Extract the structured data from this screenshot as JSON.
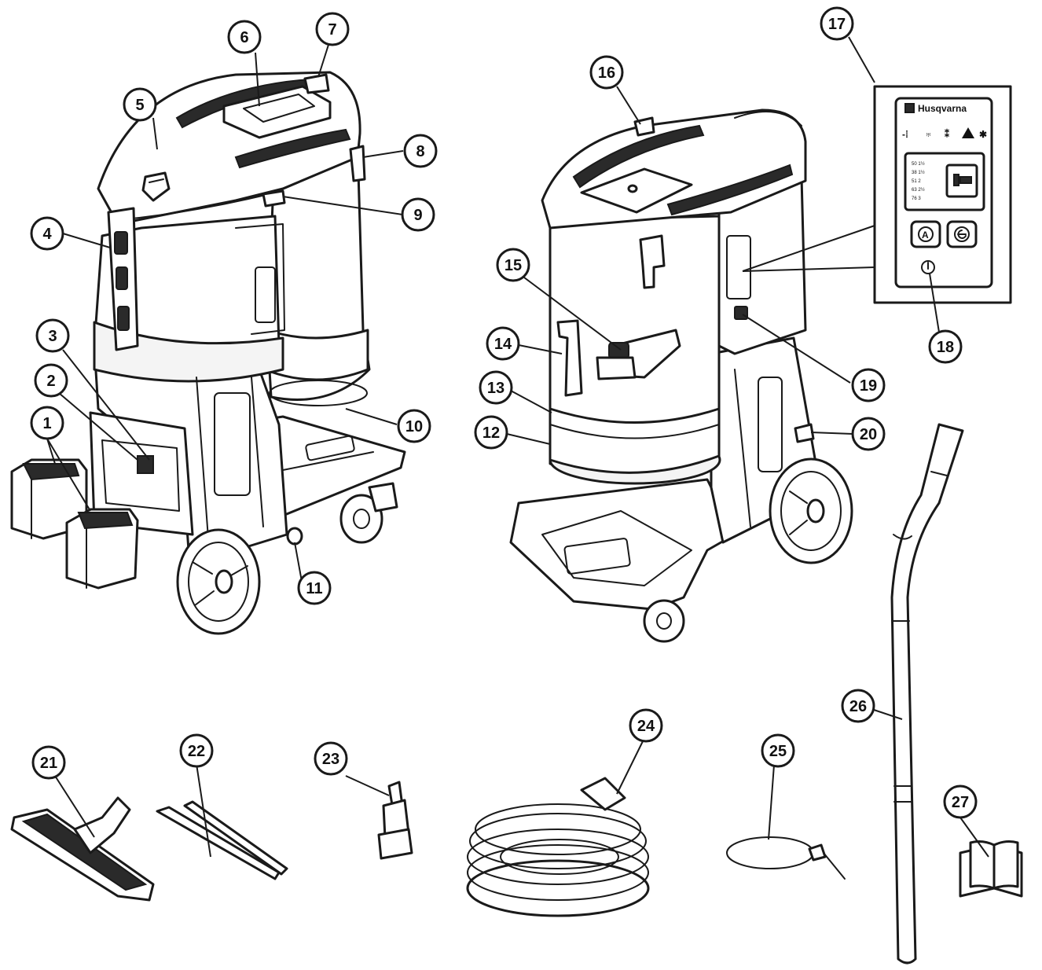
{
  "callouts": [
    "1",
    "2",
    "3",
    "4",
    "5",
    "6",
    "7",
    "8",
    "9",
    "10",
    "11",
    "12",
    "13",
    "14",
    "15",
    "16",
    "17",
    "18",
    "19",
    "20",
    "21",
    "22",
    "23",
    "24",
    "25",
    "26",
    "27"
  ],
  "panel": {
    "brand": "Husqvarna",
    "modes": [
      "50 1½",
      "38 1½",
      "51 2",
      "63 2½",
      "76 3"
    ]
  }
}
